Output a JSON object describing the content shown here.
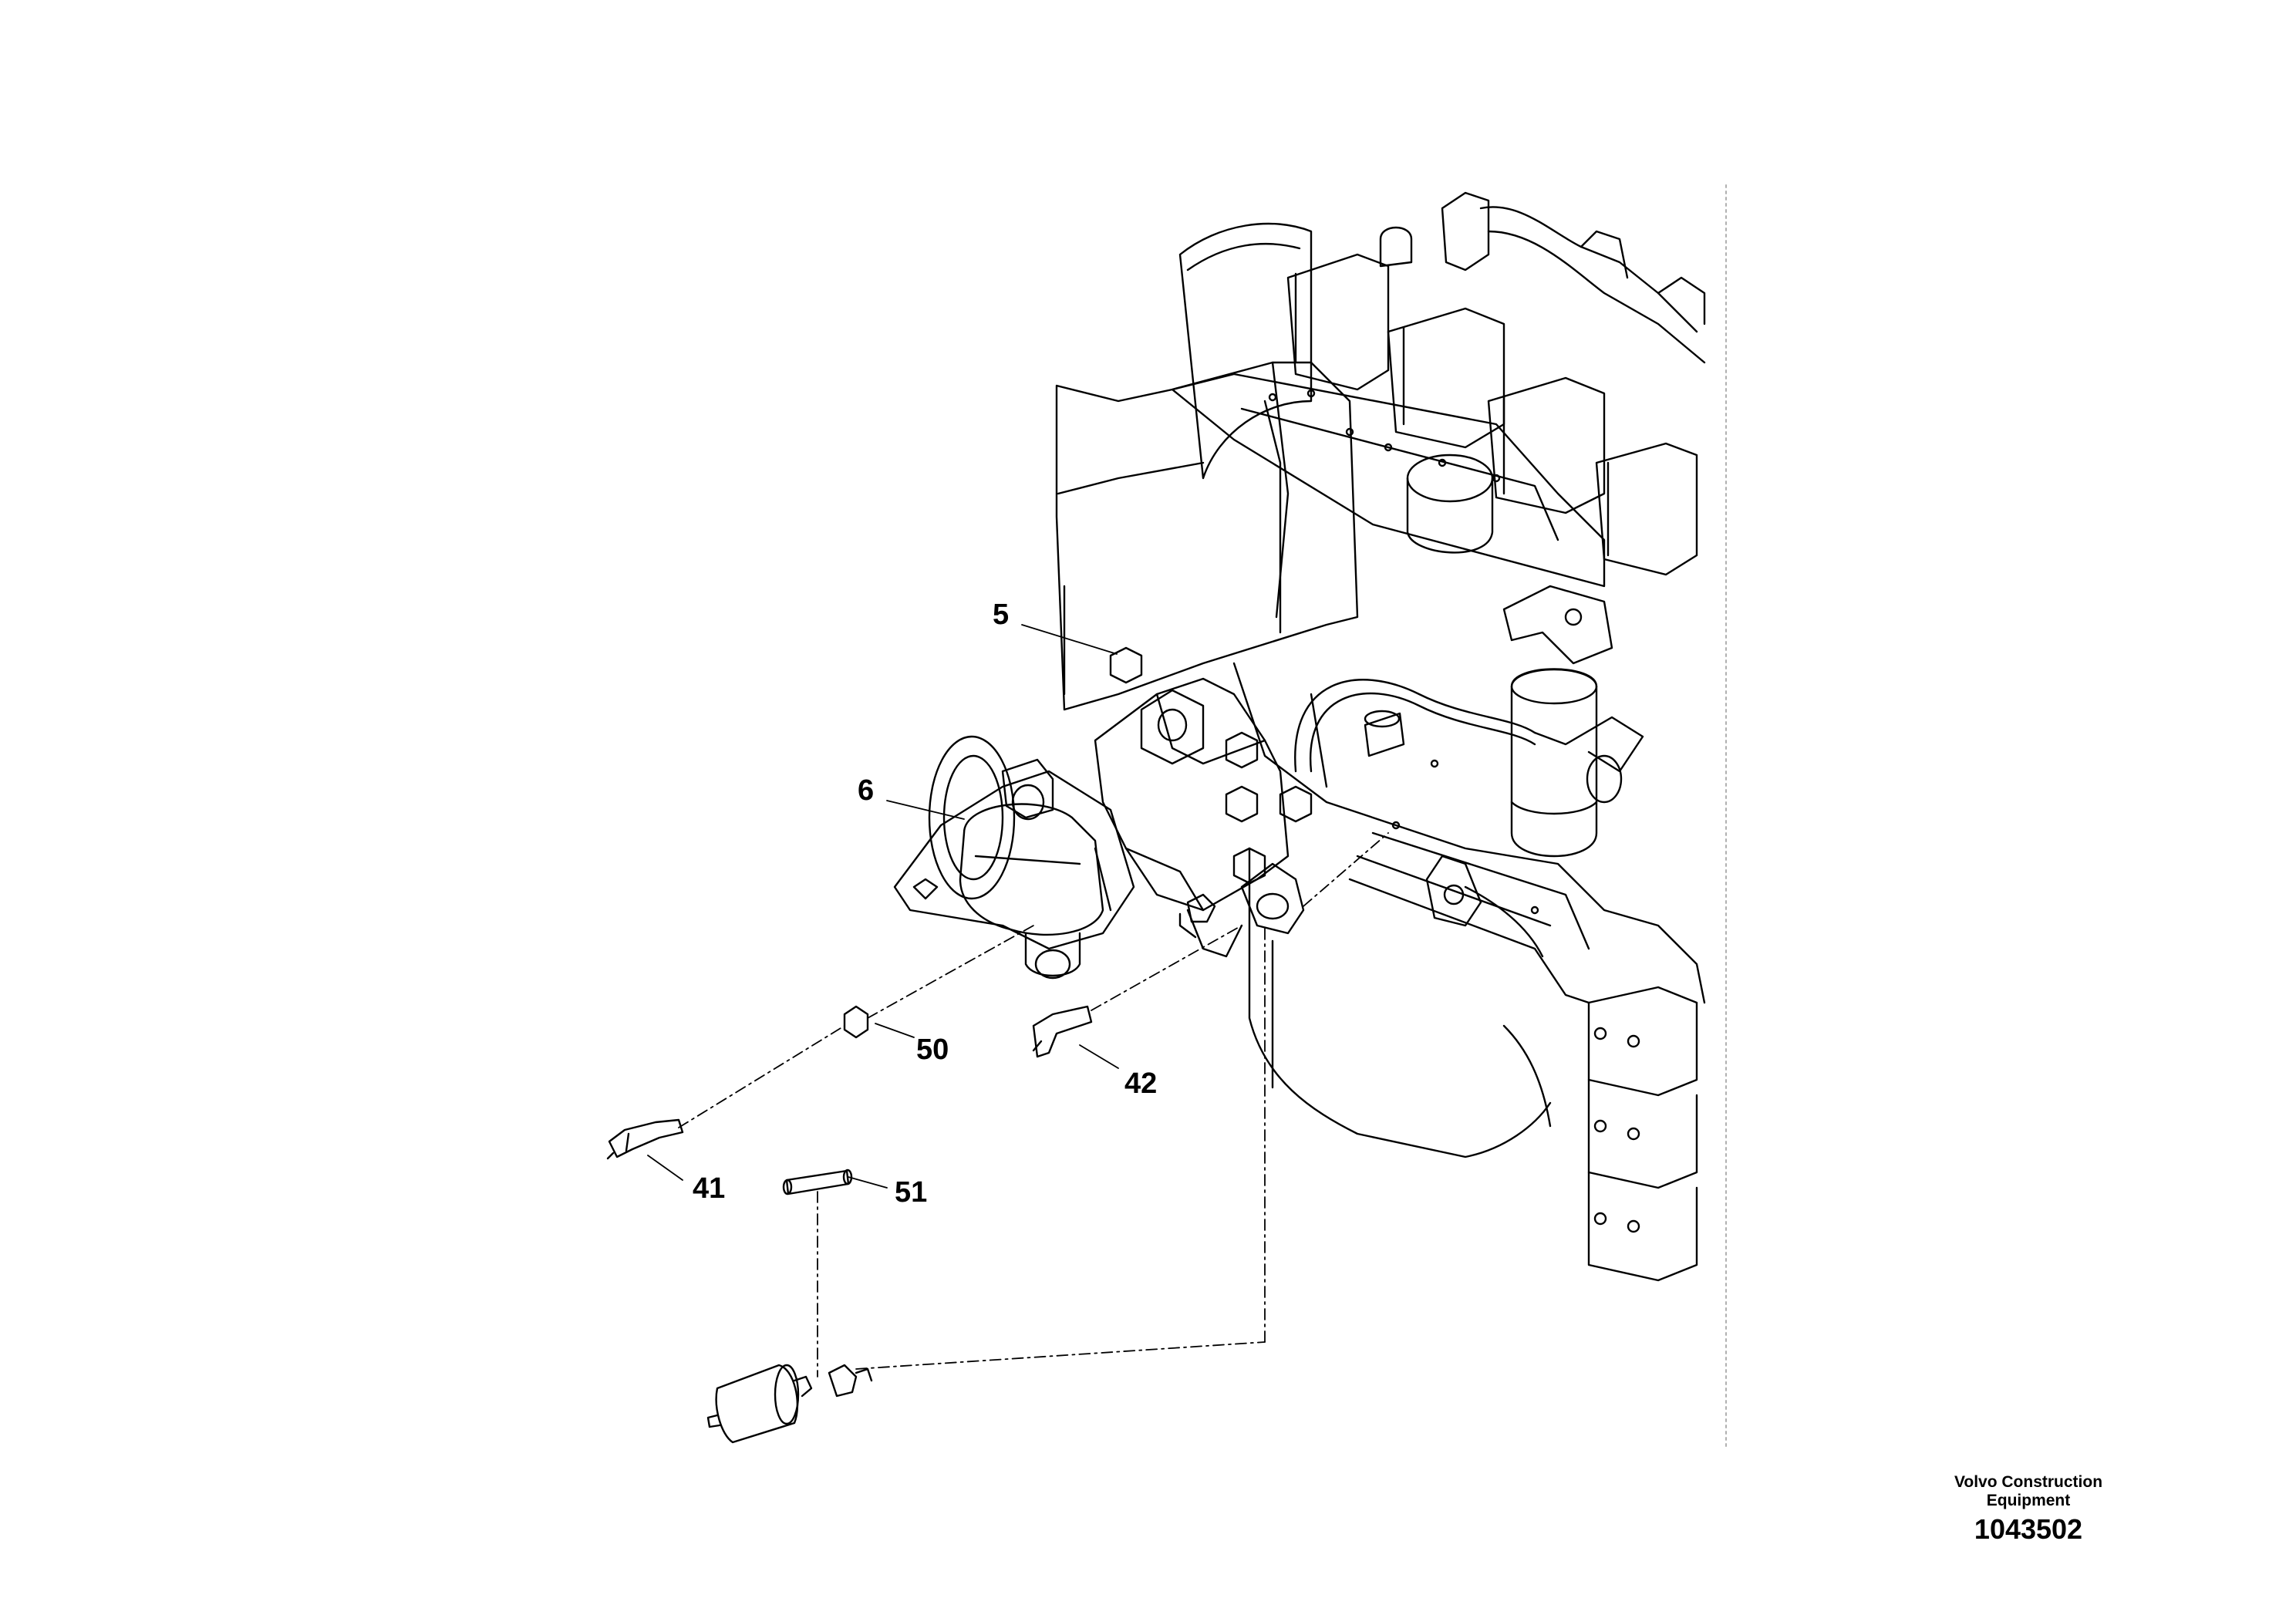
{
  "callouts": {
    "c5": "5",
    "c6": "6",
    "c50": "50",
    "c42": "42",
    "c41": "41",
    "c51": "51"
  },
  "footer": {
    "brand_line1": "Volvo Construction",
    "brand_line2": "Equipment",
    "drawing_number": "1043502"
  },
  "colors": {
    "line": "#000000",
    "background": "#ffffff",
    "frame_rule": "#b0b0b0"
  }
}
